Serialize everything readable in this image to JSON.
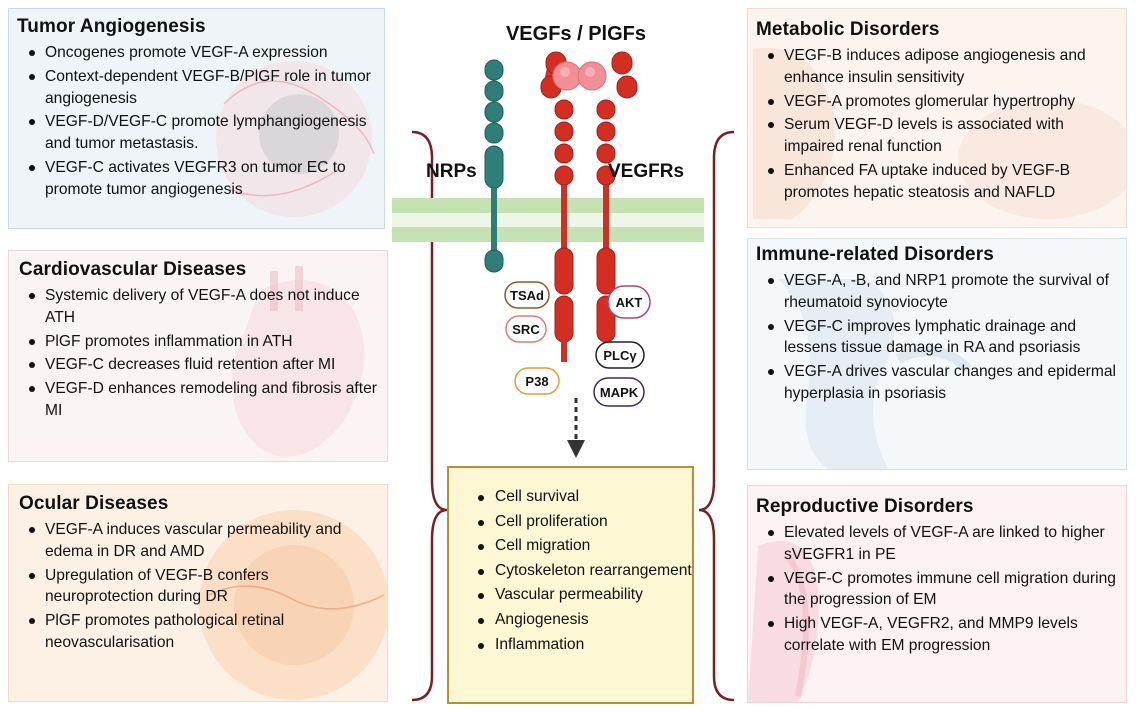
{
  "panels": {
    "tumor": {
      "title": "Tumor Angiogenesis",
      "items": [
        "Oncogenes promote VEGF-A expression",
        "Context-dependent VEGF-B/PlGF role in tumor angiogenesis",
        "VEGF-D/VEGF-C promote lymphangiogenesis and tumor metastasis.",
        "VEGF-C activates VEGFR3 on tumor EC to promote tumor angiogenesis"
      ]
    },
    "cardio": {
      "title": "Cardiovascular Diseases",
      "items": [
        "Systemic delivery of VEGF-A does not induce ATH",
        "PlGF promotes inflammation in ATH",
        "VEGF-C decreases fluid retention after MI",
        "VEGF-D enhances remodeling and fibrosis after MI"
      ]
    },
    "ocular": {
      "title": "Ocular Diseases",
      "items": [
        "VEGF-A induces vascular permeability and edema in DR and AMD",
        "Upregulation of VEGF-B confers neuroprotection during DR",
        "PlGF promotes pathological retinal neovascularisation"
      ]
    },
    "metabolic": {
      "title": "Metabolic Disorders",
      "items": [
        "VEGF-B induces adipose angiogenesis and enhance insulin sensitivity",
        "VEGF-A promotes glomerular hypertrophy",
        "Serum VEGF-D levels is associated with impaired renal function",
        "Enhanced FA uptake induced by VEGF-B promotes hepatic steatosis and NAFLD"
      ]
    },
    "immune": {
      "title": "Immune-related Disorders",
      "items": [
        "VEGF-A, -B, and NRP1 promote the survival of rheumatoid synoviocyte",
        "VEGF-C improves lymphatic drainage and lessens tissue damage in RA and psoriasis",
        "VEGF-A drives vascular changes and epidermal hyperplasia in psoriasis"
      ]
    },
    "repro": {
      "title": "Reproductive Disorders",
      "items": [
        "Elevated levels of VEGF-A are linked to higher sVEGFR1 in PE",
        "VEGF-C promotes immune cell migration during the progression of EM",
        "High VEGF-A, VEGFR2, and MMP9 levels correlate with EM progression"
      ]
    }
  },
  "center": {
    "ligands_label": "VEGFs / PlGFs",
    "nrps_label": "NRPs",
    "vegfrs_label": "VEGFRs",
    "signal_molecules": {
      "tsad": "TSAd",
      "src": "SRC",
      "p38": "P38",
      "akt": "AKT",
      "plcg": "PLCγ",
      "mapk": "MAPK"
    },
    "outcomes": [
      "Cell survival",
      "Cell proliferation",
      "Cell migration",
      "Cytoskeleton rearrangement",
      "Vascular permeability",
      "Angiogenesis",
      "Inflammation"
    ]
  },
  "colors": {
    "receptor_red": "#d42e22",
    "nrp_teal": "#2e7f77",
    "ligand_pink": "#f08f96",
    "membrane_green": "#c5e2b2",
    "bracket": "#7a1f24",
    "outcome_border": "#b8902e"
  }
}
